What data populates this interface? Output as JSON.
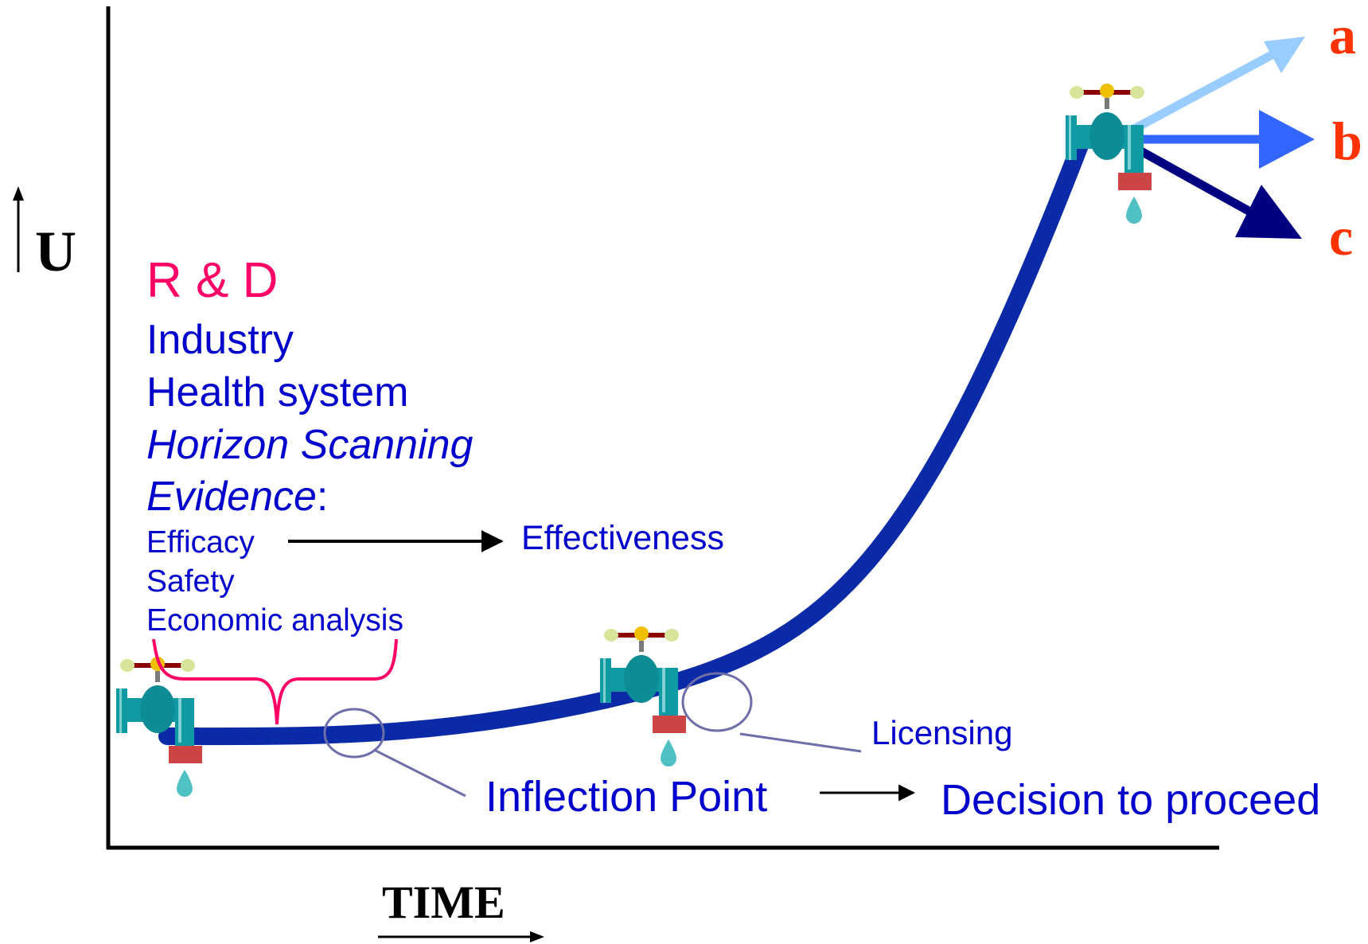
{
  "axes": {
    "y_label": "U",
    "x_label": "TIME"
  },
  "rd": {
    "title": "R & D",
    "lines": [
      "Industry",
      "Health system",
      "Horizon Scanning"
    ],
    "evidence_label": "Evidence",
    "evidence_colon": ":",
    "efficacy": "Efficacy",
    "effectiveness": "Effectiveness",
    "safety": "Safety",
    "economic": "Economic analysis"
  },
  "annotations": {
    "licensing": "Licensing",
    "inflection": "Inflection Point",
    "decision": "Decision to proceed"
  },
  "outcomes": [
    {
      "label": "a",
      "color": "#99ccff"
    },
    {
      "label": "b",
      "color": "#3366ff"
    },
    {
      "label": "c",
      "color": "#000080"
    }
  ],
  "colors": {
    "curve": "#0b2aa8",
    "rd_title": "#ff0066",
    "text_blue": "#0000cc",
    "outcome_label": "#ff3300",
    "tap_body": "#109aa4",
    "tap_spout": "#cc4444",
    "drop": "#4fc1c4",
    "ellipse": "#6e6ea8"
  },
  "icons": [
    "faucet-icon",
    "water-drop-icon"
  ]
}
